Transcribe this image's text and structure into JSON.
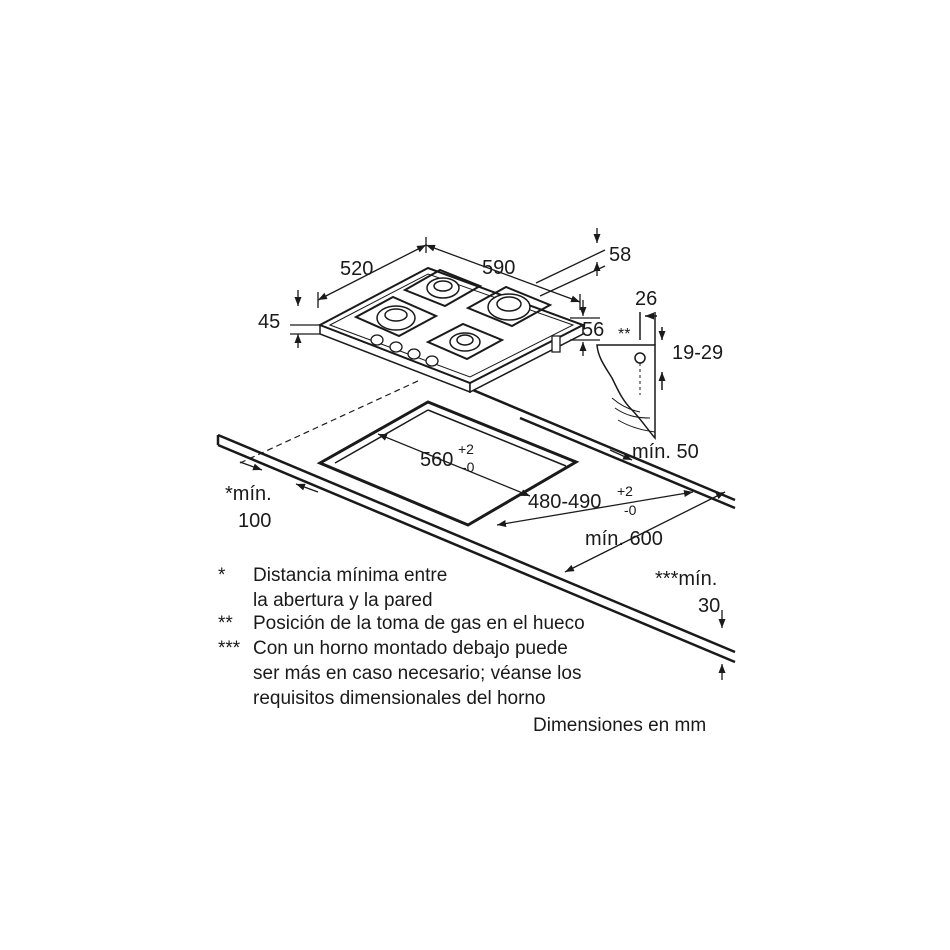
{
  "dimensions": {
    "depth": "520",
    "width": "590",
    "height_left": "45",
    "top_right": "58",
    "height_right": "56",
    "gas_offset": "26",
    "gas_range": "19-29",
    "cutout_width": "560",
    "cutout_width_tol_plus": "+2",
    "cutout_width_tol_minus": "-0",
    "cutout_depth": "480-490",
    "cutout_depth_tol_plus": "+2",
    "cutout_depth_tol_minus": "-0",
    "min_50": "mín. 50",
    "min_600": "mín. 600",
    "min_100_line1": "*mín.",
    "min_100_line2": "100",
    "min_30_line1": "***mín.",
    "min_30_line2": "30",
    "gas_marker": "**"
  },
  "notes": [
    {
      "marker": "*",
      "lines": [
        "Distancia mínima entre",
        "la abertura y la pared"
      ]
    },
    {
      "marker": "**",
      "lines": [
        "Posición de la toma de gas en el hueco"
      ]
    },
    {
      "marker": "***",
      "lines": [
        "Con un horno montado debajo puede",
        "ser más en caso necesario; véanse los",
        "requisitos dimensionales del horno"
      ]
    }
  ],
  "units_note": "Dimensiones en mm"
}
